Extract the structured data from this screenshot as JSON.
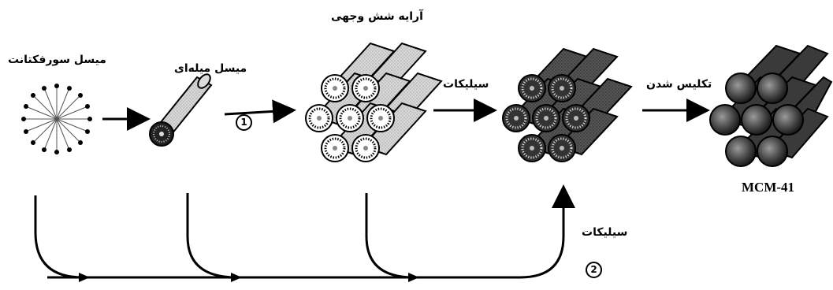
{
  "labels": {
    "surfactant_micelle": "میسل سورفکتانت",
    "rod_micelle": "میسل میله‌ای",
    "hexagonal_array": "آرایه شش وجهی",
    "silicate_top": "سیلیکات",
    "calcination": "تکلیس شدن",
    "product": "MCM-41",
    "silicate_bottom": "سیلیکات"
  },
  "steps": {
    "one": "1",
    "two": "2"
  }
}
